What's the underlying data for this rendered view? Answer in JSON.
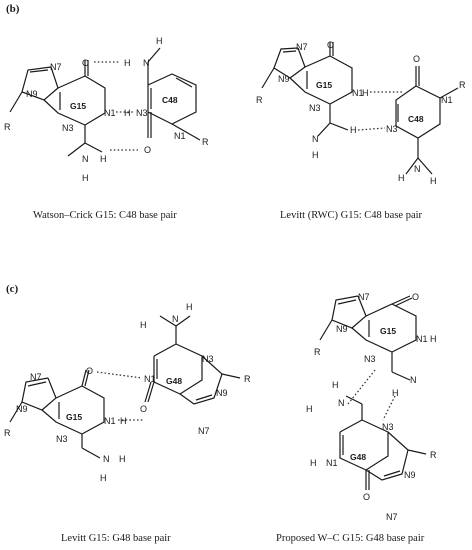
{
  "panels": {
    "b": "(b)",
    "c": "(c)"
  },
  "captions": {
    "wc_g15_c48": "Watson–Crick G15: C48 base pair",
    "levitt_rwc_g15_c48": "Levitt (RWC) G15: C48 base pair",
    "levitt_g15_g48": "Levitt G15: G48 base pair",
    "proposed_wc_g15_g48": "Proposed W–C G15: G48 base pair"
  },
  "residues": {
    "g15": "G15",
    "c48": "C48",
    "g48": "G48"
  },
  "atoms": {
    "n7": "N7",
    "n9": "N9",
    "n1": "N1",
    "n3": "N3",
    "o": "O",
    "h": "H",
    "n": "N",
    "r": "R"
  }
}
